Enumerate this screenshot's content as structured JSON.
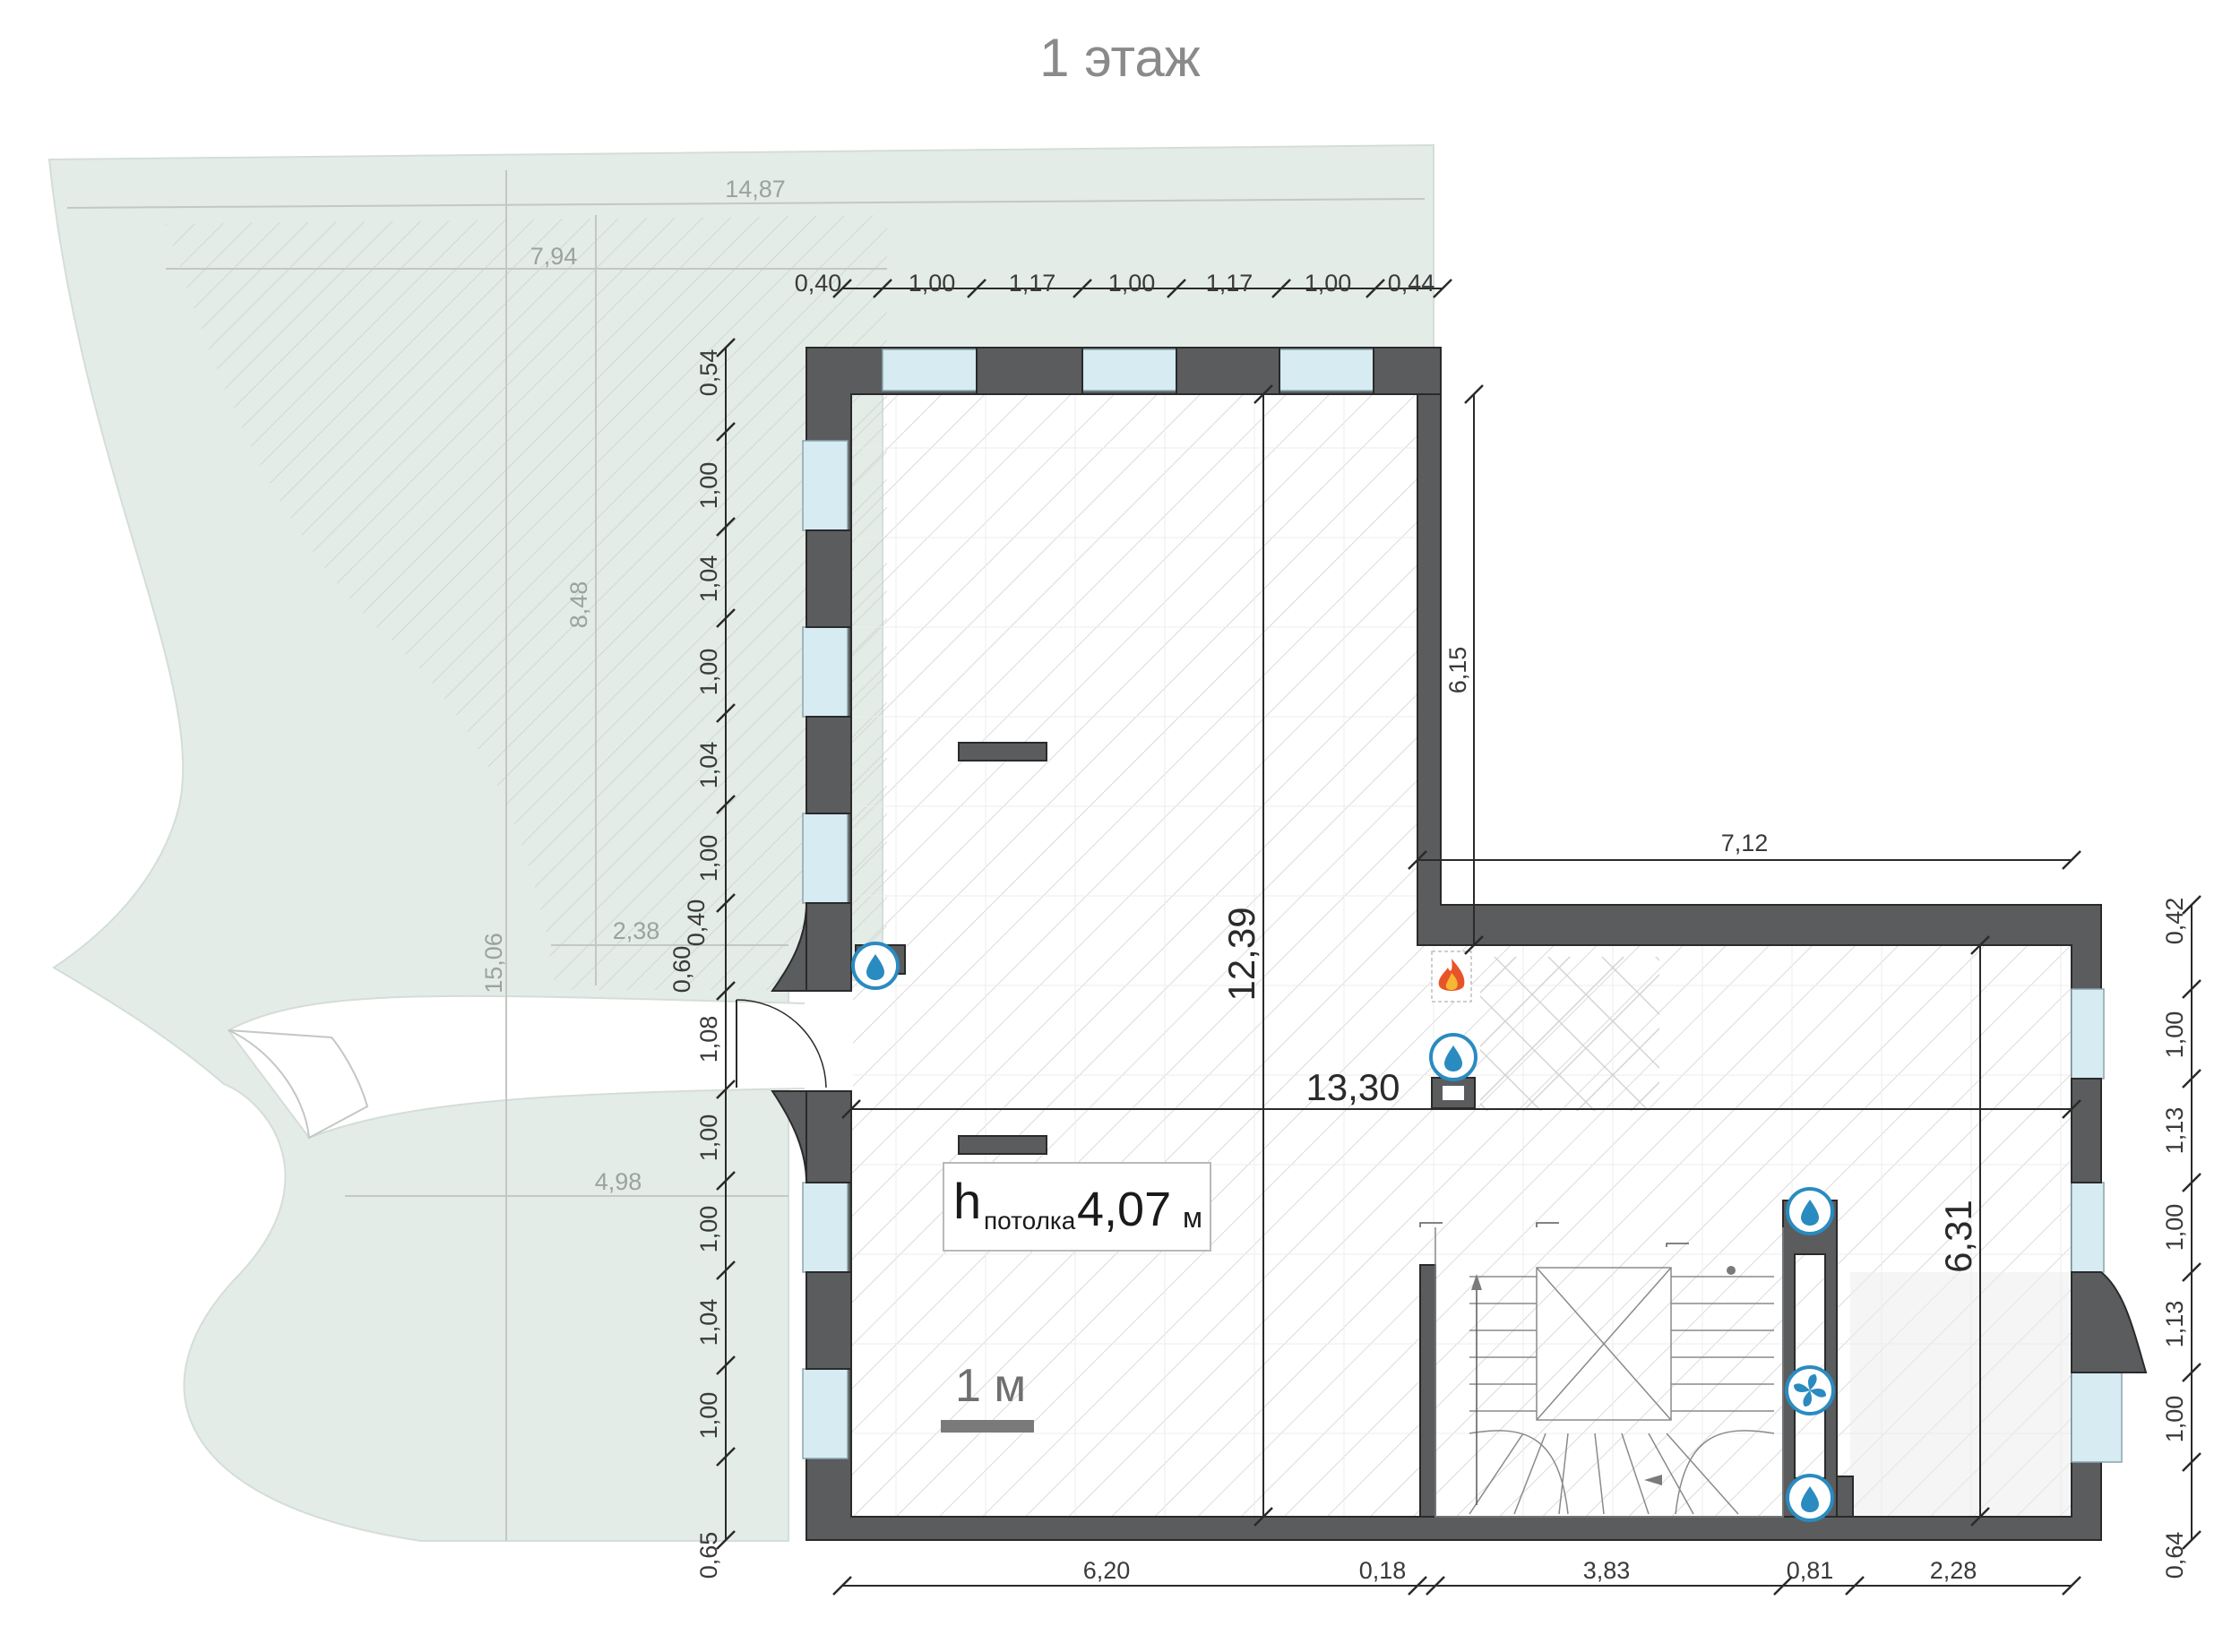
{
  "title": "1 этаж",
  "ceiling": {
    "prefix": "h",
    "label": "потолка",
    "value": "4,07",
    "unit": "м"
  },
  "scale": {
    "label": "1 м"
  },
  "dimensions": {
    "terrace_total": "14,87",
    "terrace_inner": "7,94",
    "terrace_depth": "8,48",
    "terrace_side": "15,06",
    "terrace_small": "2,38",
    "terrace_lower": "4,98",
    "top_segments": [
      "0,40",
      "1,00",
      "1,17",
      "1,00",
      "1,17",
      "1,00",
      "0,44"
    ],
    "left_segments": [
      "0,54",
      "1,00",
      "1,04",
      "1,00",
      "1,04",
      "1,00",
      "0,40",
      "0,60",
      "1,08",
      "1,00",
      "1,00",
      "1,04",
      "1,00",
      "0,65"
    ],
    "right_segments": [
      "0,42",
      "1,00",
      "1,13",
      "1,00",
      "1,13",
      "1,00",
      "0,64"
    ],
    "bottom_segments": [
      "6,20",
      "0,18",
      "3,83",
      "0,81",
      "2,28"
    ],
    "east_wing_height": "6,15",
    "east_wing_width": "7,12",
    "overall_height": "12,39",
    "overall_width": "13,30",
    "right_block_height": "6,31"
  },
  "icons": {
    "water": "water-drop-icon",
    "fire": "fire-icon",
    "fan": "ventilation-fan-icon"
  },
  "colors": {
    "wall": "#5a5c5e",
    "window": "#d6ebf2",
    "terrace": "#e4ece7",
    "icon_blue": "#2a8bc0"
  }
}
